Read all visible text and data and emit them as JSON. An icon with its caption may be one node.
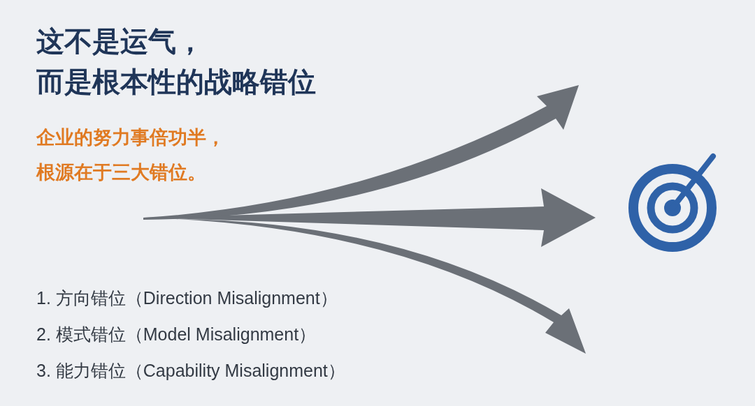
{
  "diagram": {
    "title": "这不是运气，而是根本性的战略错位",
    "labels": [
      "企业的努力事倍功半，根源在于三大错位。",
      "1. 方向错位（Direction Misalignment）",
      "2. 模式错位（Model Misalignment）",
      "3. 能力错位（Capability Misalignment）"
    ]
  }
}
